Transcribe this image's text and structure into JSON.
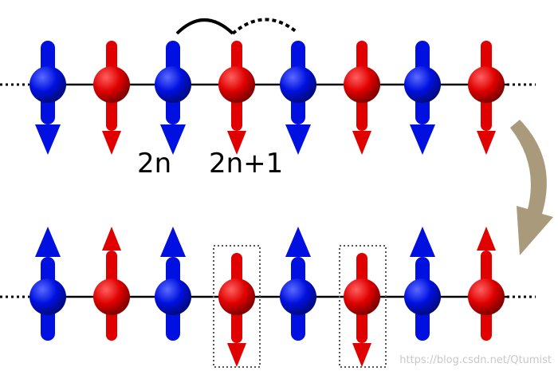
{
  "labels": {
    "site_even": "2n",
    "site_odd": "2n+1"
  },
  "watermark": "https://blog.csdn.net/Qtumist",
  "colors": {
    "blue_spin": "#0010e0",
    "red_spin": "#e00000",
    "bond": "#000000",
    "transition_arrow": "#a89a7a"
  },
  "top_chain": [
    {
      "color": "blue",
      "spin": "down"
    },
    {
      "color": "red",
      "spin": "down"
    },
    {
      "color": "blue",
      "spin": "down"
    },
    {
      "color": "red",
      "spin": "down"
    },
    {
      "color": "blue",
      "spin": "down"
    },
    {
      "color": "red",
      "spin": "down"
    },
    {
      "color": "blue",
      "spin": "down"
    },
    {
      "color": "red",
      "spin": "down"
    }
  ],
  "bottom_chain": [
    {
      "color": "blue",
      "spin": "up",
      "highlighted": false
    },
    {
      "color": "red",
      "spin": "up",
      "highlighted": false
    },
    {
      "color": "blue",
      "spin": "up",
      "highlighted": false
    },
    {
      "color": "red",
      "spin": "down",
      "highlighted": true
    },
    {
      "color": "blue",
      "spin": "up",
      "highlighted": false
    },
    {
      "color": "red",
      "spin": "down",
      "highlighted": true
    },
    {
      "color": "blue",
      "spin": "up",
      "highlighted": false
    },
    {
      "color": "red",
      "spin": "up",
      "highlighted": false
    }
  ]
}
